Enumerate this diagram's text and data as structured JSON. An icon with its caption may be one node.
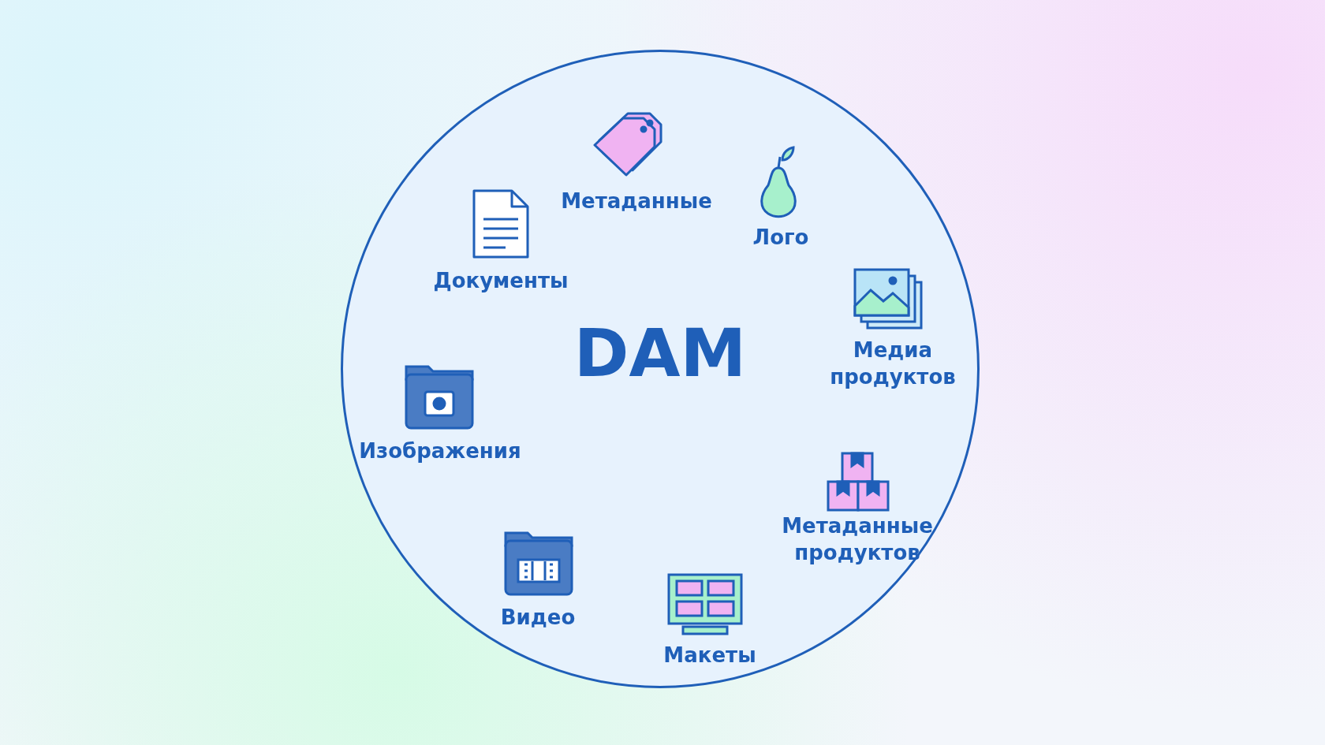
{
  "diagram": {
    "nodes": [
      {
        "text": [
          "DAM"
        ]
      }
    ],
    "labels": [
      "Метаданные",
      "Лого",
      "Документы",
      "Медиа продуктов",
      "Изображения",
      "Метаданные продуктов",
      "Видео",
      "Макеты"
    ]
  }
}
